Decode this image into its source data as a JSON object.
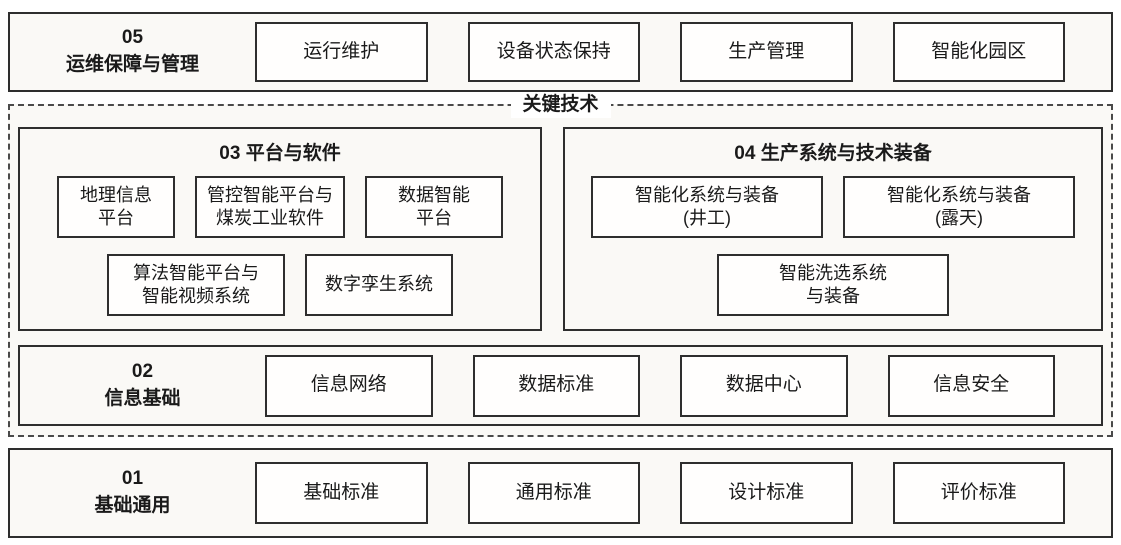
{
  "key_tech_label": "关键技术",
  "layer05": {
    "code": "05",
    "name": "运维保障与管理",
    "items": [
      "运行维护",
      "设备状态保持",
      "生产管理",
      "智能化园区"
    ]
  },
  "section03": {
    "title": "03 平台与软件",
    "row1": [
      "地理信息\n平台",
      "管控智能平台与\n煤炭工业软件",
      "数据智能\n平台"
    ],
    "row2": [
      "算法智能平台与\n智能视频系统",
      "数字孪生系统"
    ]
  },
  "section04": {
    "title": "04 生产系统与技术装备",
    "row1": [
      "智能化系统与装备\n(井工)",
      "智能化系统与装备\n(露天)"
    ],
    "row2": [
      "智能洗选系统\n与装备"
    ]
  },
  "layer02": {
    "code": "02",
    "name": "信息基础",
    "items": [
      "信息网络",
      "数据标准",
      "数据中心",
      "信息安全"
    ]
  },
  "layer01": {
    "code": "01",
    "name": "基础通用",
    "items": [
      "基础标准",
      "通用标准",
      "设计标准",
      "评价标准"
    ]
  },
  "colors": {
    "border": "#2e2e2e",
    "dashed_border": "#4a4a4a",
    "band_background": "#faf9f6",
    "box_background": "#fffefd",
    "text": "#1a1a1a"
  }
}
